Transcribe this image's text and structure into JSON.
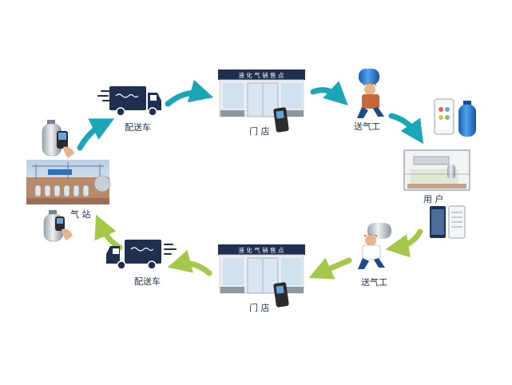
{
  "nodes": {
    "gas_station": {
      "label": "气 站"
    },
    "truck_top": {
      "label": "配送车"
    },
    "store_top": {
      "label": "门 店",
      "sign": "液 化 气 销 售 点"
    },
    "worker_top": {
      "label": "送气工"
    },
    "user": {
      "label": "用 户"
    },
    "worker_bottom": {
      "label": "送气工"
    },
    "store_bottom": {
      "label": "门 店",
      "sign": "液 化 气 销 售 点"
    },
    "truck_bottom": {
      "label": "配送车"
    }
  },
  "colors": {
    "arrow_top": "#1aa6b7",
    "arrow_bottom": "#a6c84a",
    "navy": "#1f2f4f",
    "cylinder_blue": "#2a7fd0"
  }
}
